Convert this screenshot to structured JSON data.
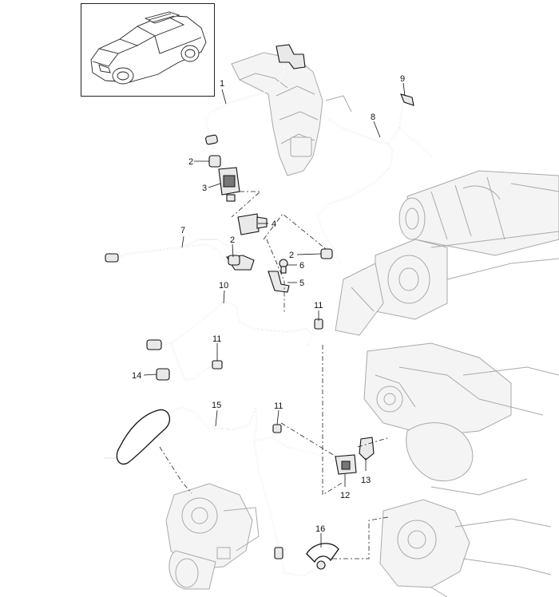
{
  "diagram": {
    "thumbnail": {
      "icon": "vehicle-suv-icon"
    },
    "callouts": [
      {
        "id": "c1",
        "label": "1"
      },
      {
        "id": "c2a",
        "label": "2"
      },
      {
        "id": "c2b",
        "label": "2"
      },
      {
        "id": "c2c",
        "label": "2"
      },
      {
        "id": "c3",
        "label": "3"
      },
      {
        "id": "c4",
        "label": "4"
      },
      {
        "id": "c5",
        "label": "5"
      },
      {
        "id": "c6",
        "label": "6"
      },
      {
        "id": "c7",
        "label": "7"
      },
      {
        "id": "c8",
        "label": "8"
      },
      {
        "id": "c9",
        "label": "9"
      },
      {
        "id": "c10",
        "label": "10"
      },
      {
        "id": "c11a",
        "label": "11"
      },
      {
        "id": "c11b",
        "label": "11"
      },
      {
        "id": "c11c",
        "label": "11"
      },
      {
        "id": "c12",
        "label": "12"
      },
      {
        "id": "c13",
        "label": "13"
      },
      {
        "id": "c14",
        "label": "14"
      },
      {
        "id": "c15",
        "label": "15"
      },
      {
        "id": "c16",
        "label": "16"
      }
    ],
    "colors": {
      "ink": "#111111",
      "background_parts": "#a9a9a9",
      "page": "#ffffff"
    }
  }
}
